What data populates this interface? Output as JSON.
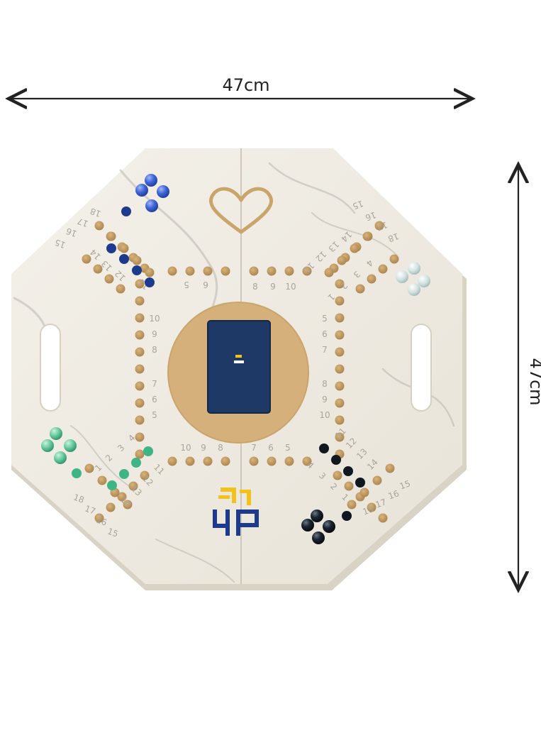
{
  "dimensions": {
    "width_label": "47cm",
    "height_label": "47cm"
  },
  "colors": {
    "board": "#efebe2",
    "board_edge": "#ddd7cb",
    "hole": "#c9a46b",
    "hole_dark": "#a9814c",
    "center": "#d8b27e",
    "card": "#1f3966",
    "marble_blue": "#3f66d6",
    "marble_white": "#cfe0df",
    "marble_green": "#62c79a",
    "marble_black": "#0f1720",
    "logo_yellow": "#f2c21b",
    "logo_blue": "#1d3a8c"
  },
  "board": {
    "track_numbers": {
      "top_left": [
        "15",
        "16",
        "17",
        "18",
        "11",
        "12",
        "13",
        "14"
      ],
      "top_right": [
        "15",
        "16",
        "17",
        "18",
        "11",
        "12",
        "13",
        "14",
        "1",
        "2",
        "3",
        "4"
      ],
      "top_mid_left": [
        "5",
        "6"
      ],
      "top_mid_right": [
        "8",
        "9",
        "10"
      ],
      "left_col": [
        "10",
        "9",
        "8",
        "7",
        "6",
        "5"
      ],
      "right_col": [
        "5",
        "6",
        "7",
        "8",
        "9",
        "10"
      ],
      "bottom_left": [
        "4",
        "3",
        "2",
        "1",
        "11",
        "12",
        "13",
        "14",
        "18",
        "17",
        "16",
        "15"
      ],
      "bottom_mid_left": [
        "10",
        "9",
        "8"
      ],
      "bottom_mid_right": [
        "7",
        "6",
        "5"
      ],
      "bottom_right": [
        "4",
        "3",
        "2",
        "1",
        "11",
        "12",
        "13",
        "14",
        "18",
        "17",
        "16",
        "15"
      ]
    },
    "icons": [
      "heart-icon",
      "handle-left",
      "handle-right",
      "4p-logo",
      "card-deck"
    ]
  }
}
